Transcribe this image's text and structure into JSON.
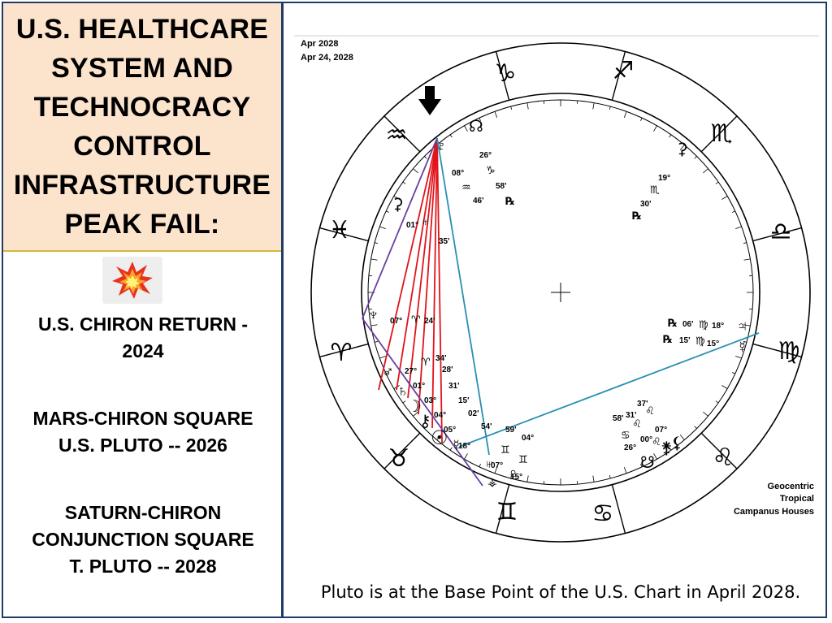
{
  "title": "U.S. HEALTHCARE\nSYSTEM AND\nTECHNOCRACY\nCONTROL\nINFRASTRUCTURE\nPEAK FAIL:",
  "emoji": "💥",
  "left_items": [
    "U.S. CHIRON RETURN -\n2024",
    "MARS-CHIRON SQUARE\nU.S. PLUTO -- 2026",
    "SATURN-CHIRON\nCONJUNCTION SQUARE\nT. PLUTO -- 2028"
  ],
  "chart": {
    "date_line1": "Apr 2028",
    "date_line2": "Apr 24, 2028",
    "system_lines": [
      "Geocentric",
      "Tropical",
      "Campanus Houses"
    ],
    "signs": {
      "capricorn": "♑",
      "sagittarius": "♐",
      "scorpio": "♏",
      "libra": "♎",
      "virgo": "♍",
      "leo": "♌",
      "cancer": "♋",
      "gemini": "♊",
      "taurus": "♉",
      "aries": "♈",
      "pisces": "♓",
      "aquarius": "♒"
    },
    "arrow": "🡇",
    "planets": {
      "pluto": "♇",
      "north_node": "☊",
      "ceres": "⚳",
      "uranus_1": "♅",
      "neptune": "♆",
      "mars": "♂",
      "saturn": "♄",
      "moon": "☽",
      "chiron": "⚷",
      "sun": "☉",
      "mercury": "☿",
      "uranus_2": "♅",
      "venus": "♀",
      "jupiter": "♃",
      "mercury_2": "☿",
      "south_node": "☋",
      "juno": "⚵",
      "lilith": "⚸",
      "vesta": "⚶"
    },
    "labels": [
      {
        "id": "n-26",
        "text": "26°"
      },
      {
        "id": "n-08",
        "text": "08°"
      },
      {
        "id": "n-cap",
        "text": "♑"
      },
      {
        "id": "n-58",
        "text": "58'"
      },
      {
        "id": "n-aq",
        "text": "♒"
      },
      {
        "id": "n-46",
        "text": "46'"
      },
      {
        "id": "n-r1",
        "text": "℞"
      },
      {
        "id": "ce-19",
        "text": "19°"
      },
      {
        "id": "ce-sc",
        "text": "♏"
      },
      {
        "id": "ce-30",
        "text": "30'"
      },
      {
        "id": "ce-r",
        "text": "℞"
      },
      {
        "id": "u-01",
        "text": "01°"
      },
      {
        "id": "u-35",
        "text": "35'"
      },
      {
        "id": "ne-07",
        "text": "07°"
      },
      {
        "id": "ne-ar",
        "text": "♈"
      },
      {
        "id": "ne-24",
        "text": "24'"
      },
      {
        "id": "s-34",
        "text": "34'"
      },
      {
        "id": "s-ar",
        "text": "♈"
      },
      {
        "id": "s-28",
        "text": "28'"
      },
      {
        "id": "s-27",
        "text": "27°"
      },
      {
        "id": "s-31",
        "text": "31'"
      },
      {
        "id": "s-01",
        "text": "01°"
      },
      {
        "id": "s-15",
        "text": "15'"
      },
      {
        "id": "s-03",
        "text": "03°"
      },
      {
        "id": "s-02",
        "text": "02'"
      },
      {
        "id": "s-04",
        "text": "04°"
      },
      {
        "id": "s-54",
        "text": "54'"
      },
      {
        "id": "s-05",
        "text": "05°"
      },
      {
        "id": "s-18",
        "text": "18°"
      },
      {
        "id": "me-59",
        "text": "59'"
      },
      {
        "id": "me-04",
        "text": "04°"
      },
      {
        "id": "me-07",
        "text": "07°"
      },
      {
        "id": "me-15",
        "text": "15°"
      },
      {
        "id": "me-ge1",
        "text": "♊"
      },
      {
        "id": "me-ge2",
        "text": "♊"
      },
      {
        "id": "ju-r1",
        "text": "℞"
      },
      {
        "id": "ju-06",
        "text": "06'"
      },
      {
        "id": "ju-vi1",
        "text": "♍"
      },
      {
        "id": "ju-18",
        "text": "18°"
      },
      {
        "id": "ju-r2",
        "text": "℞"
      },
      {
        "id": "ju-15a",
        "text": "15'"
      },
      {
        "id": "ju-vi2",
        "text": "♍"
      },
      {
        "id": "ju-15b",
        "text": "15°"
      },
      {
        "id": "sn-37",
        "text": "37'"
      },
      {
        "id": "sn-58",
        "text": "58'"
      },
      {
        "id": "sn-31",
        "text": "31'"
      },
      {
        "id": "sn-00",
        "text": "00°"
      },
      {
        "id": "sn-07",
        "text": "07°"
      },
      {
        "id": "sn-26",
        "text": "26°"
      },
      {
        "id": "sn-cn",
        "text": "♋"
      },
      {
        "id": "sn-le1",
        "text": "♌"
      },
      {
        "id": "sn-le2",
        "text": "♌"
      },
      {
        "id": "sn-le3",
        "text": "♌"
      }
    ]
  },
  "caption": "Pluto is at the Base Point of the U.S. Chart in April 2028.",
  "colors": {
    "border": "#1f3b66",
    "title_bg": "#fbe3cc",
    "red_lines": "#e0141b",
    "purple_lines": "#6a3fa0",
    "teal_lines": "#2a8fb3"
  }
}
